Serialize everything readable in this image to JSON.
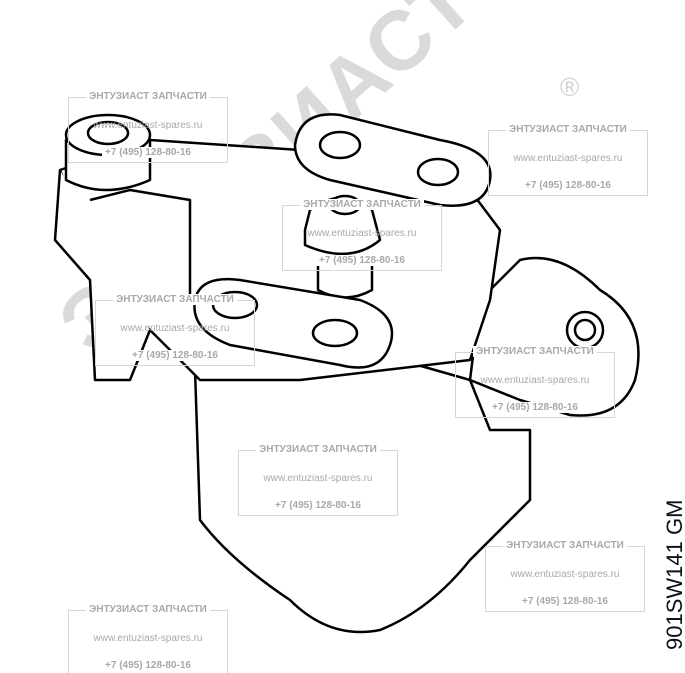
{
  "drawing": {
    "part_code": "901SW141 GM"
  },
  "watermark": {
    "big_text": "ЭНТУЗИАСТ ЗАПЧАСТИ",
    "registered_mark": "®",
    "boxes": [
      {
        "title": "ЭНТУЗИАСТ ЗАПЧАСТИ",
        "url": "www.entuziast-spares.ru",
        "phone": "+7 (495) 128-80-16"
      },
      {
        "title": "ЭНТУЗИАСТ ЗАПЧАСТИ",
        "url": "www.entuziast-spares.ru",
        "phone": "+7 (495) 128-80-16"
      },
      {
        "title": "ЭНТУЗИАСТ ЗАПЧАСТИ",
        "url": "www.entuziast-spares.ru",
        "phone": "+7 (495) 128-80-16"
      },
      {
        "title": "ЭНТУЗИАСТ ЗАПЧАСТИ",
        "url": "www.entuziast-spares.ru",
        "phone": "+7 (495) 128-80-16"
      },
      {
        "title": "ЭНТУЗИАСТ ЗАПЧАСТИ",
        "url": "www.entuziast-spares.ru",
        "phone": "+7 (495) 128-80-16"
      },
      {
        "title": "ЭНТУЗИАСТ ЗАПЧАСТИ",
        "url": "www.entuziast-spares.ru",
        "phone": "+7 (495) 128-80-16"
      },
      {
        "title": "ЭНТУЗИАСТ ЗАПЧАСТИ",
        "url": "www.entuziast-spares.ru",
        "phone": "+7 (495) 128-80-16"
      }
    ]
  }
}
